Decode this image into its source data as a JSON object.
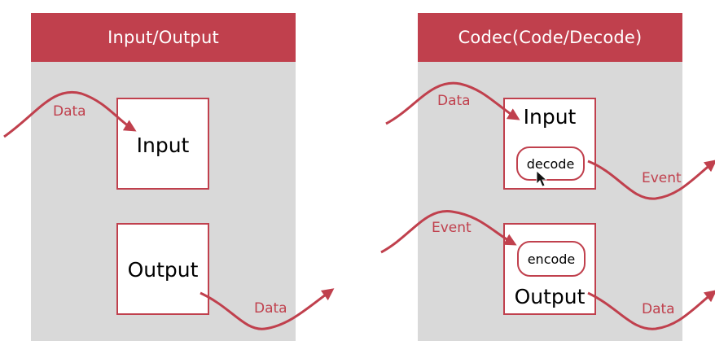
{
  "colors": {
    "accent": "#c0404d",
    "panel_bg": "#d9d9d9"
  },
  "left_panel": {
    "title": "Input/Output",
    "input_box": "Input",
    "output_box": "Output",
    "labels": {
      "incoming": "Data",
      "outgoing": "Data"
    }
  },
  "right_panel": {
    "title": "Codec(Code/Decode)",
    "input_box": "Input",
    "decode_pill": "decode",
    "encode_pill": "encode",
    "output_box": "Output",
    "labels": {
      "data_in": "Data",
      "event_out": "Event",
      "event_in": "Event",
      "data_out": "Data"
    }
  },
  "icons": {
    "cursor": "mouse-pointer-icon"
  }
}
